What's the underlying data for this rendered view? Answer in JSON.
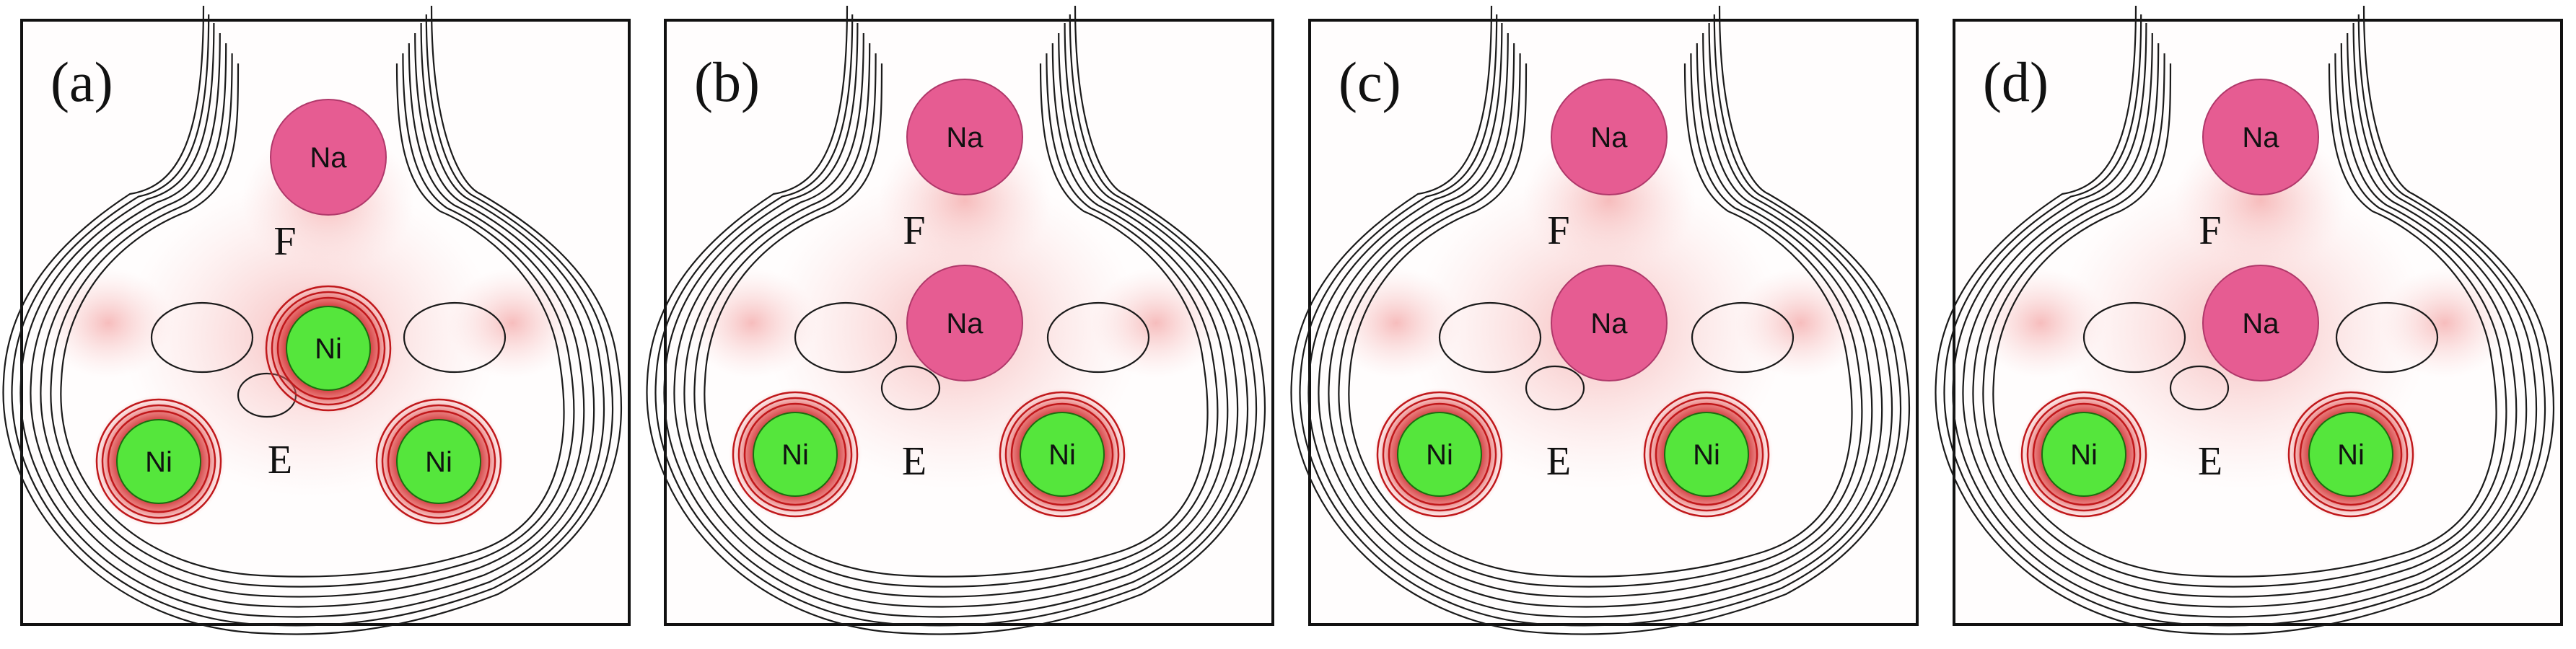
{
  "colors": {
    "na": "#e65c92",
    "ni": "#55e63c",
    "ni_halo": "#c0181b",
    "density_tint": "#f8c9c9"
  },
  "panels": [
    {
      "label": "(a)",
      "sites": [
        {
          "text": "F"
        },
        {
          "text": "E"
        }
      ],
      "atoms": [
        {
          "element": "Na",
          "text": "Na"
        },
        {
          "element": "Ni",
          "text": "Ni"
        },
        {
          "element": "Ni",
          "text": "Ni"
        },
        {
          "element": "Ni",
          "text": "Ni"
        }
      ]
    },
    {
      "label": "(b)",
      "sites": [
        {
          "text": "F"
        },
        {
          "text": "E"
        }
      ],
      "atoms": [
        {
          "element": "Na",
          "text": "Na"
        },
        {
          "element": "Na",
          "text": "Na"
        },
        {
          "element": "Ni",
          "text": "Ni"
        },
        {
          "element": "Ni",
          "text": "Ni"
        }
      ]
    },
    {
      "label": "(c)",
      "sites": [
        {
          "text": "F"
        },
        {
          "text": "E"
        }
      ],
      "atoms": [
        {
          "element": "Na",
          "text": "Na"
        },
        {
          "element": "Na",
          "text": "Na"
        },
        {
          "element": "Ni",
          "text": "Ni"
        },
        {
          "element": "Ni",
          "text": "Ni"
        }
      ]
    },
    {
      "label": "(d)",
      "sites": [
        {
          "text": "F"
        },
        {
          "text": "E"
        }
      ],
      "atoms": [
        {
          "element": "Na",
          "text": "Na"
        },
        {
          "element": "Na",
          "text": "Na"
        },
        {
          "element": "Ni",
          "text": "Ni"
        },
        {
          "element": "Ni",
          "text": "Ni"
        }
      ]
    }
  ]
}
